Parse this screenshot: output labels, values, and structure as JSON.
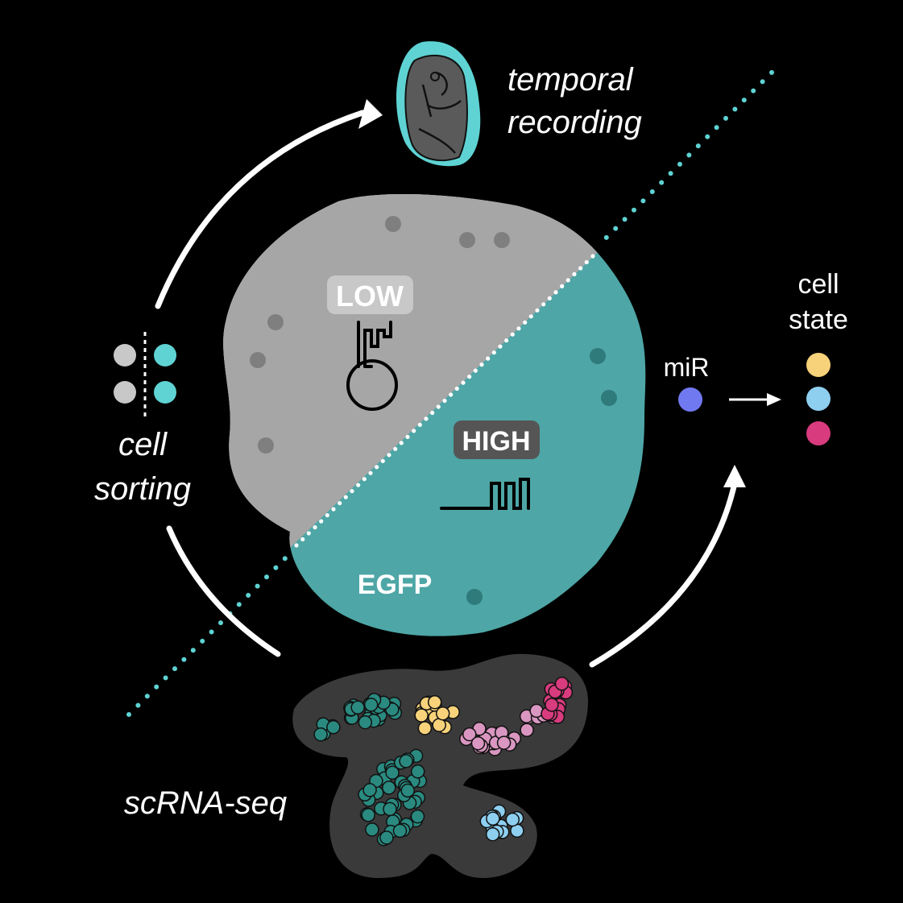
{
  "labels": {
    "temporal_line1": "temporal",
    "temporal_line2": "recording",
    "cell_sorting_line1": "cell",
    "cell_sorting_line2": "sorting",
    "scrna": "scRNA-seq",
    "cell_state_line1": "cell",
    "cell_state_line2": "state",
    "mir": "miR",
    "low": "LOW",
    "high": "HIGH",
    "egfp": "EGFP"
  },
  "colors": {
    "background": "#000000",
    "teal": "#5fd3d3",
    "cell_gray": "#a6a6a6",
    "cell_teal": "#4ea6a6",
    "cluster_teal": "#2a8a80",
    "yellow": "#f7d27a",
    "light_blue": "#8ecff0",
    "magenta": "#d83b7e",
    "pink": "#d996c0",
    "mir_blue": "#7179f0",
    "dark_blob": "#3a3a3a"
  },
  "cell_state_dots": [
    "#f7d27a",
    "#8ecff0",
    "#d83b7e"
  ]
}
